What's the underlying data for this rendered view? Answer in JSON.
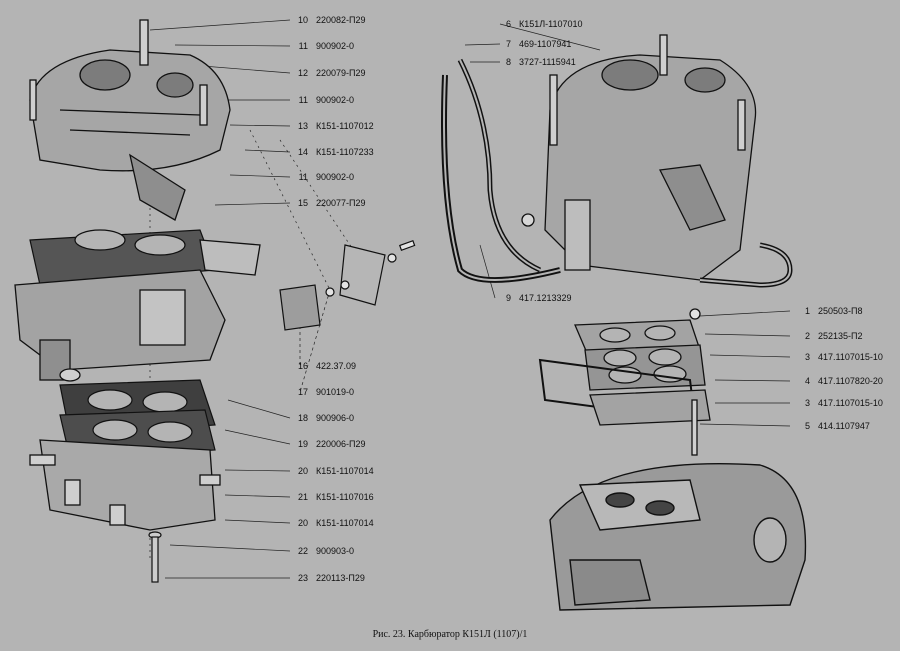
{
  "caption": "Рис. 23. Карбюратор К151Л (1107)/1",
  "left_callouts": [
    {
      "num": "10",
      "code": "220082-П29"
    },
    {
      "num": "11",
      "code": "900902-0"
    },
    {
      "num": "12",
      "code": "220079-П29"
    },
    {
      "num": "11",
      "code": "900902-0"
    },
    {
      "num": "13",
      "code": "К151-1107012"
    },
    {
      "num": "14",
      "code": "К151-1107233"
    },
    {
      "num": "11",
      "code": "900902-0"
    },
    {
      "num": "15",
      "code": "220077-П29"
    },
    {
      "num": "16",
      "code": "422.37.09"
    },
    {
      "num": "17",
      "code": "901019-0"
    },
    {
      "num": "18",
      "code": "900906-0"
    },
    {
      "num": "19",
      "code": "220006-П29"
    },
    {
      "num": "20",
      "code": "К151-1107014"
    },
    {
      "num": "21",
      "code": "К151-1107016"
    },
    {
      "num": "20",
      "code": "К151-1107014"
    },
    {
      "num": "22",
      "code": "900903-0"
    },
    {
      "num": "23",
      "code": "220113-П29"
    }
  ],
  "top_right_callouts": [
    {
      "num": "6",
      "code": "К151Л-1107010"
    },
    {
      "num": "7",
      "code": "469-1107941"
    },
    {
      "num": "8",
      "code": "3727-1115941"
    }
  ],
  "mid_callouts": [
    {
      "num": "9",
      "code": "417.1213329"
    }
  ],
  "right_callouts": [
    {
      "num": "1",
      "code": "250503-П8"
    },
    {
      "num": "2",
      "code": "252135-П2"
    },
    {
      "num": "3",
      "code": "417.1107015-10"
    },
    {
      "num": "4",
      "code": "417.1107820-20"
    },
    {
      "num": "3",
      "code": "417.1107015-10"
    },
    {
      "num": "5",
      "code": "414.1107947"
    }
  ]
}
